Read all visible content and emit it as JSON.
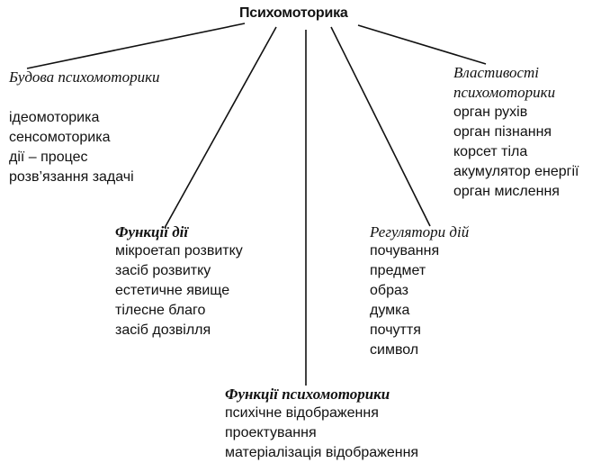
{
  "root": {
    "title": "Психомоторика"
  },
  "groups": {
    "budova": {
      "heading": "Будова психомоторики",
      "items": [
        "ідеомоторика",
        "сенсомоторика",
        "дії – процес",
        "розв’язання задачі"
      ]
    },
    "vlastyvosti": {
      "heading_lines": [
        "Властивості",
        "психомоторики"
      ],
      "items": [
        "орган рухів",
        "орган пізнання",
        "корсет тіла",
        "акумулятор енергії",
        "орган мислення"
      ]
    },
    "funktsii_dii": {
      "heading": "Функції дії",
      "items": [
        "мікроетап розвитку",
        "засіб розвитку",
        "естетичне явище",
        "тілесне благо",
        "засіб дозвілля"
      ]
    },
    "rehuliatory": {
      "heading": "Регулятори дій",
      "items": [
        "почування",
        "предмет",
        "образ",
        "думка",
        "почуття",
        "символ"
      ]
    },
    "funktsii_psykhomotoryky": {
      "heading": "Функції психомоторики",
      "items": [
        "психічне відображення",
        "проектування",
        "матеріалізація відображення"
      ]
    }
  },
  "colors": {
    "line": "#111111",
    "background": "#ffffff"
  }
}
